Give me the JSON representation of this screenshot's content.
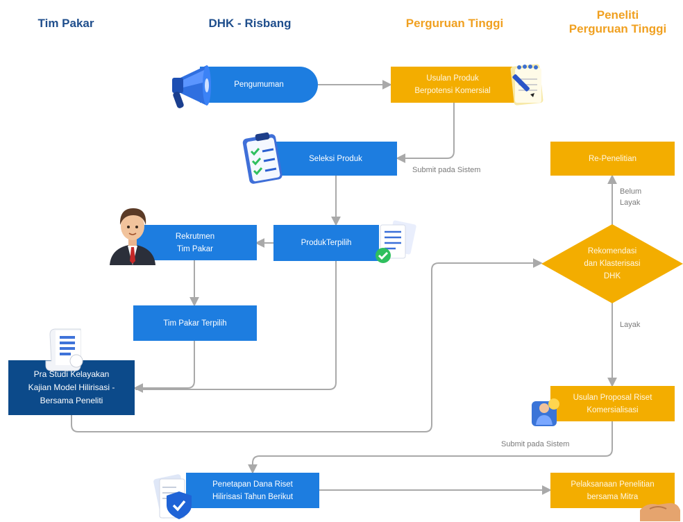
{
  "lanes": {
    "tim_pakar": "Tim Pakar",
    "dhk_risbang": "DHK - Risbang",
    "perguruan_tinggi": "Perguruan Tinggi",
    "peneliti_line1": "Peneliti",
    "peneliti_line2": "Perguruan Tinggi"
  },
  "nodes": {
    "pengumuman": "Pengumuman",
    "usulan_produk_l1": "Usulan Produk",
    "usulan_produk_l2": "Berpotensi Komersial",
    "seleksi_produk": "Seleksi Produk",
    "produk_terpilih": "ProdukTerpilih",
    "rekrutmen_l1": "Rekrutmen",
    "rekrutmen_l2": "Tim Pakar",
    "tim_pakar_terpilih": "Tim Pakar Terpilih",
    "pra_studi_l1": "Pra Studi Kelayakan",
    "pra_studi_l2": "Kajian Model Hilirisasi -",
    "pra_studi_l3": "Bersama Peneliti",
    "re_penelitian": "Re-Penelitian",
    "rekomendasi_l1": "Rekomendasi",
    "rekomendasi_l2": "dan Klasterisasi",
    "rekomendasi_l3": "DHK",
    "usulan_proposal_l1": "Usulan Proposal Riset",
    "usulan_proposal_l2": "Komersialisasi",
    "penetapan_l1": "Penetapan Dana Riset",
    "penetapan_l2": "Hilirisasi Tahun Berikut",
    "pelaksanaan_l1": "Pelaksanaan Penelitian",
    "pelaksanaan_l2": "bersama Mitra"
  },
  "edge_labels": {
    "submit_1": "Submit pada Sistem",
    "belum_l1": "Belum",
    "belum_l2": "Layak",
    "layak": "Layak",
    "submit_2": "Submit pada Sistem"
  },
  "colors": {
    "blue": "#1d7de0",
    "dark_blue": "#0c4a8a",
    "orange": "#f3ad00",
    "lane_blue": "#1f4e8c",
    "lane_orange": "#f0a020",
    "connector": "#a9a9a9"
  },
  "icons": [
    "megaphone-icon",
    "notepad-icon",
    "clipboard-checklist-icon",
    "businessman-avatar-icon",
    "documents-check-icon",
    "receipt-scroll-icon",
    "researcher-icon",
    "shield-document-icon",
    "handshake-icon"
  ]
}
